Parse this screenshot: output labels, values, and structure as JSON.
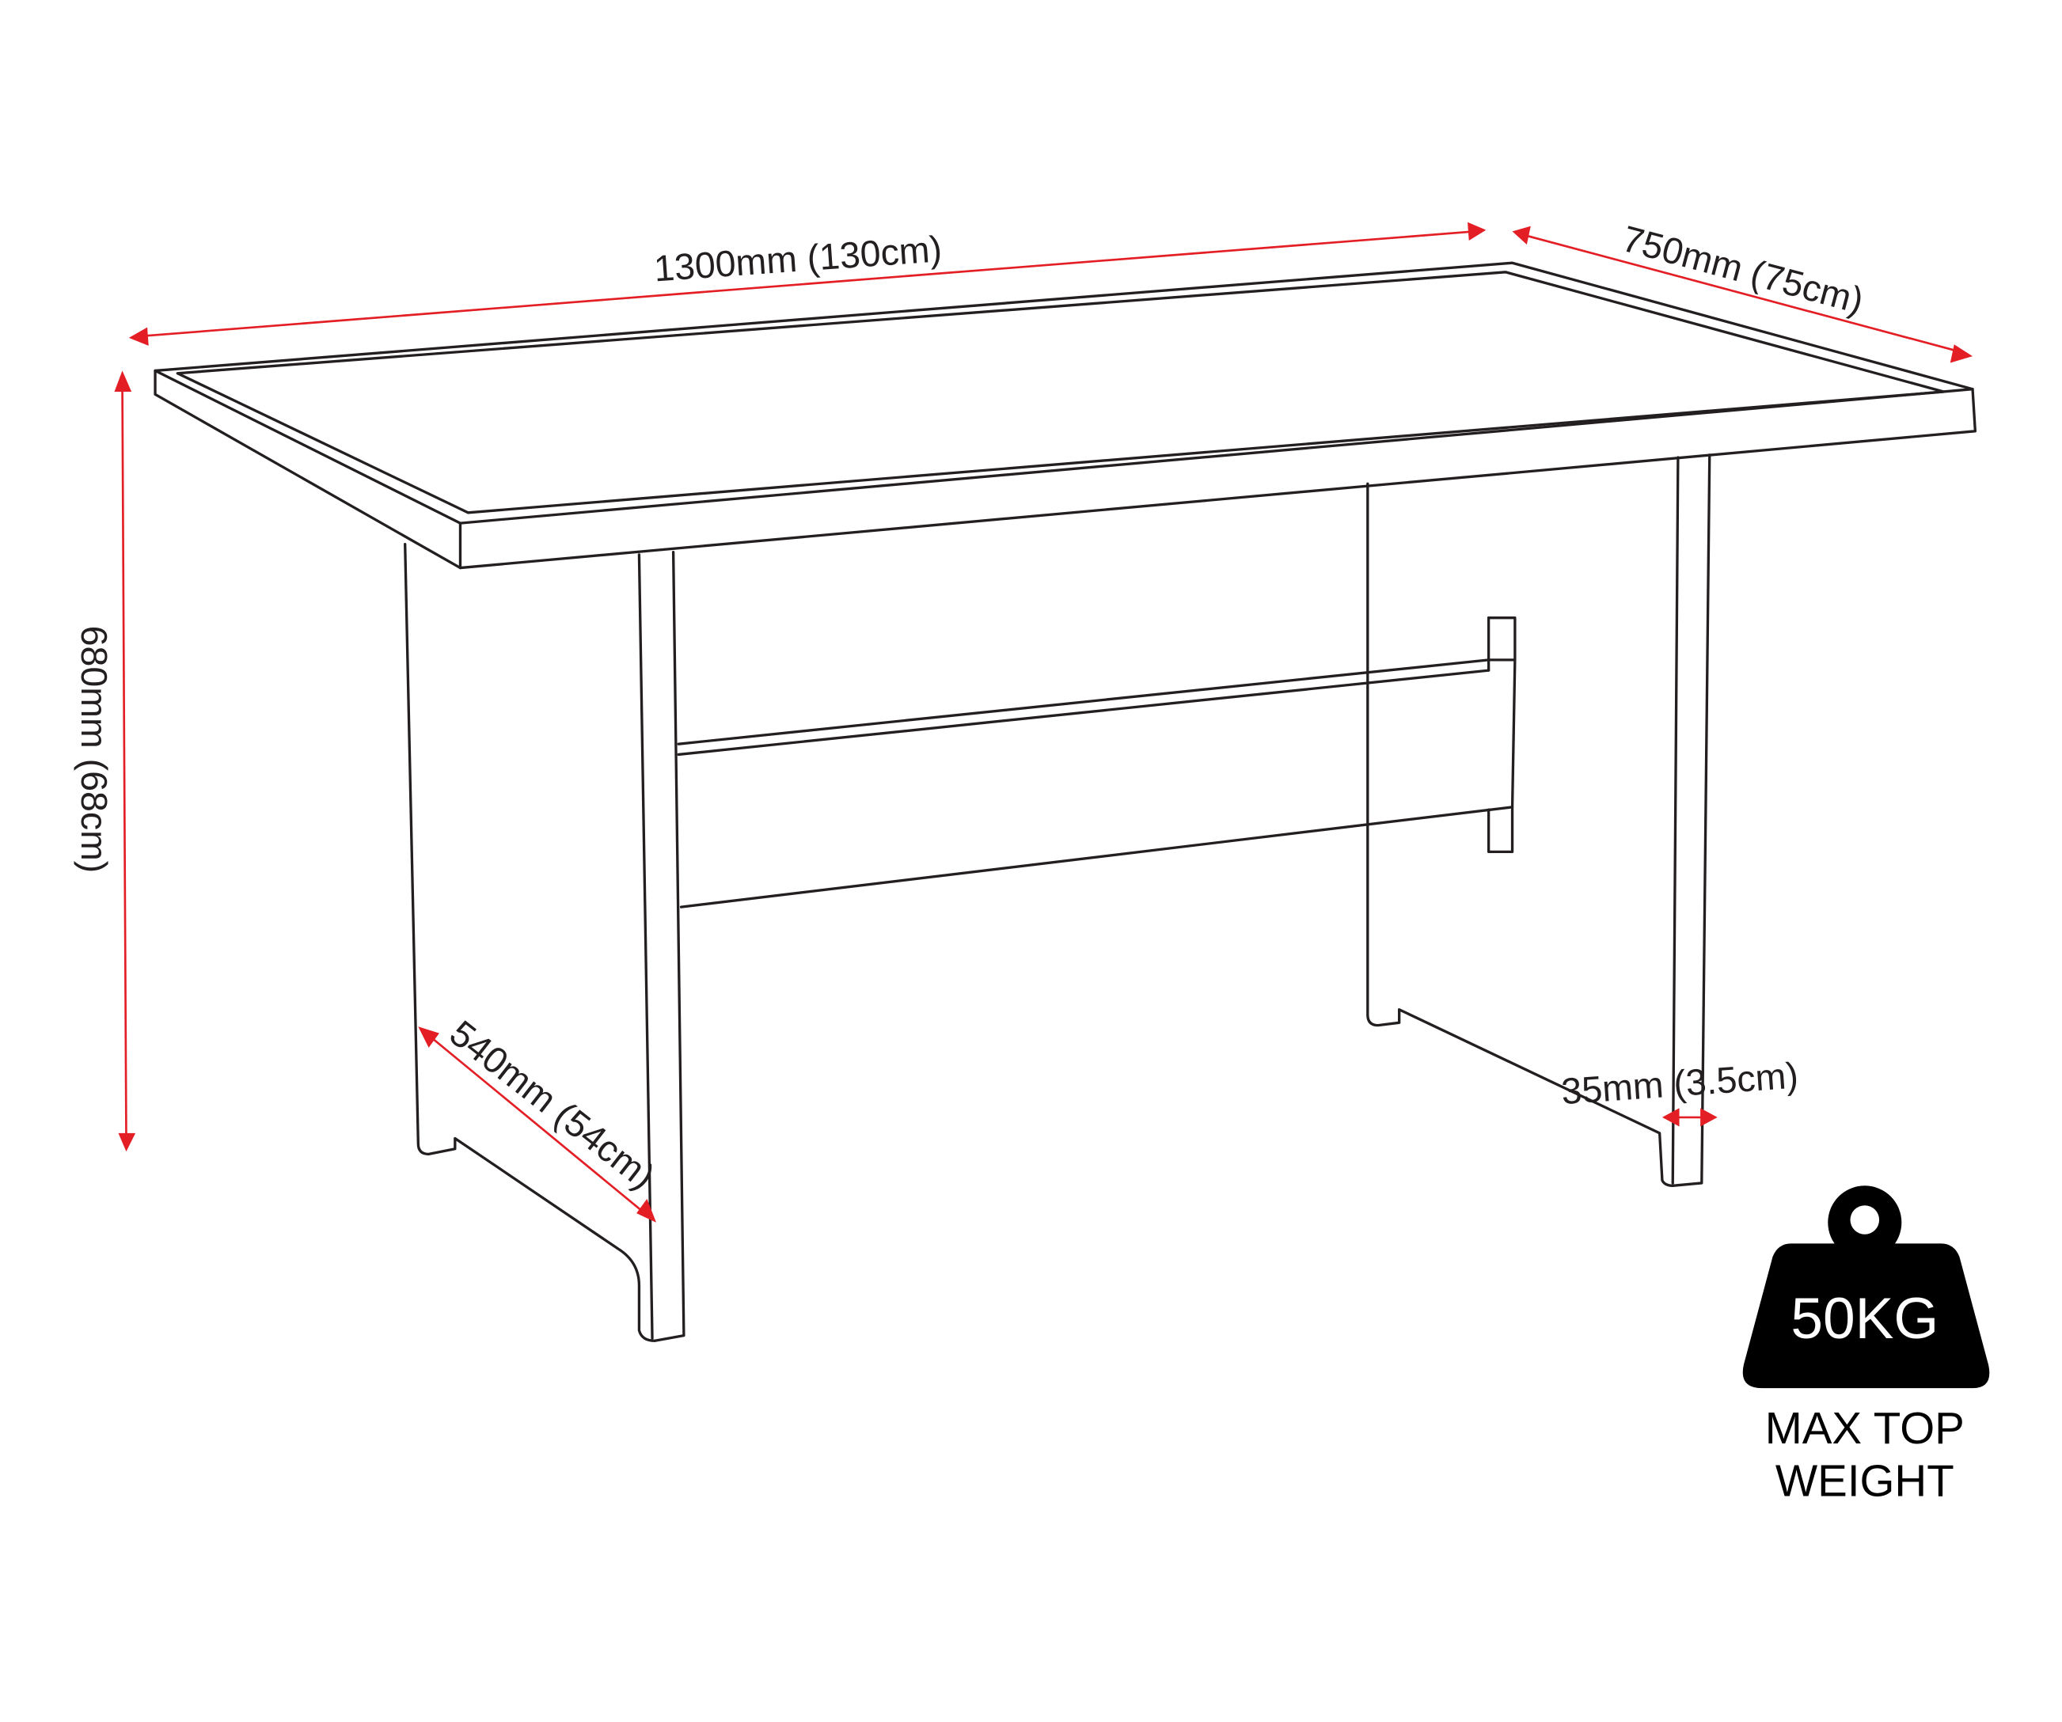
{
  "diagram": {
    "subject": "rectangular table line drawing with dimensions",
    "colors": {
      "line": "#231f20",
      "dimension_arrow": "#e31e24",
      "background": "#ffffff",
      "weight_icon": "#000000"
    },
    "dimensions": {
      "length": "1300mm (130cm)",
      "width": "750mm (75cm)",
      "height": "680mm (68cm)",
      "leg_depth": "540mm (54cm)",
      "leg_thickness": "35mm (3.5cm)"
    },
    "weight_badge": {
      "icon": "weight-icon",
      "value": "50KG",
      "caption_line1": "MAX TOP",
      "caption_line2": "WEIGHT"
    }
  }
}
